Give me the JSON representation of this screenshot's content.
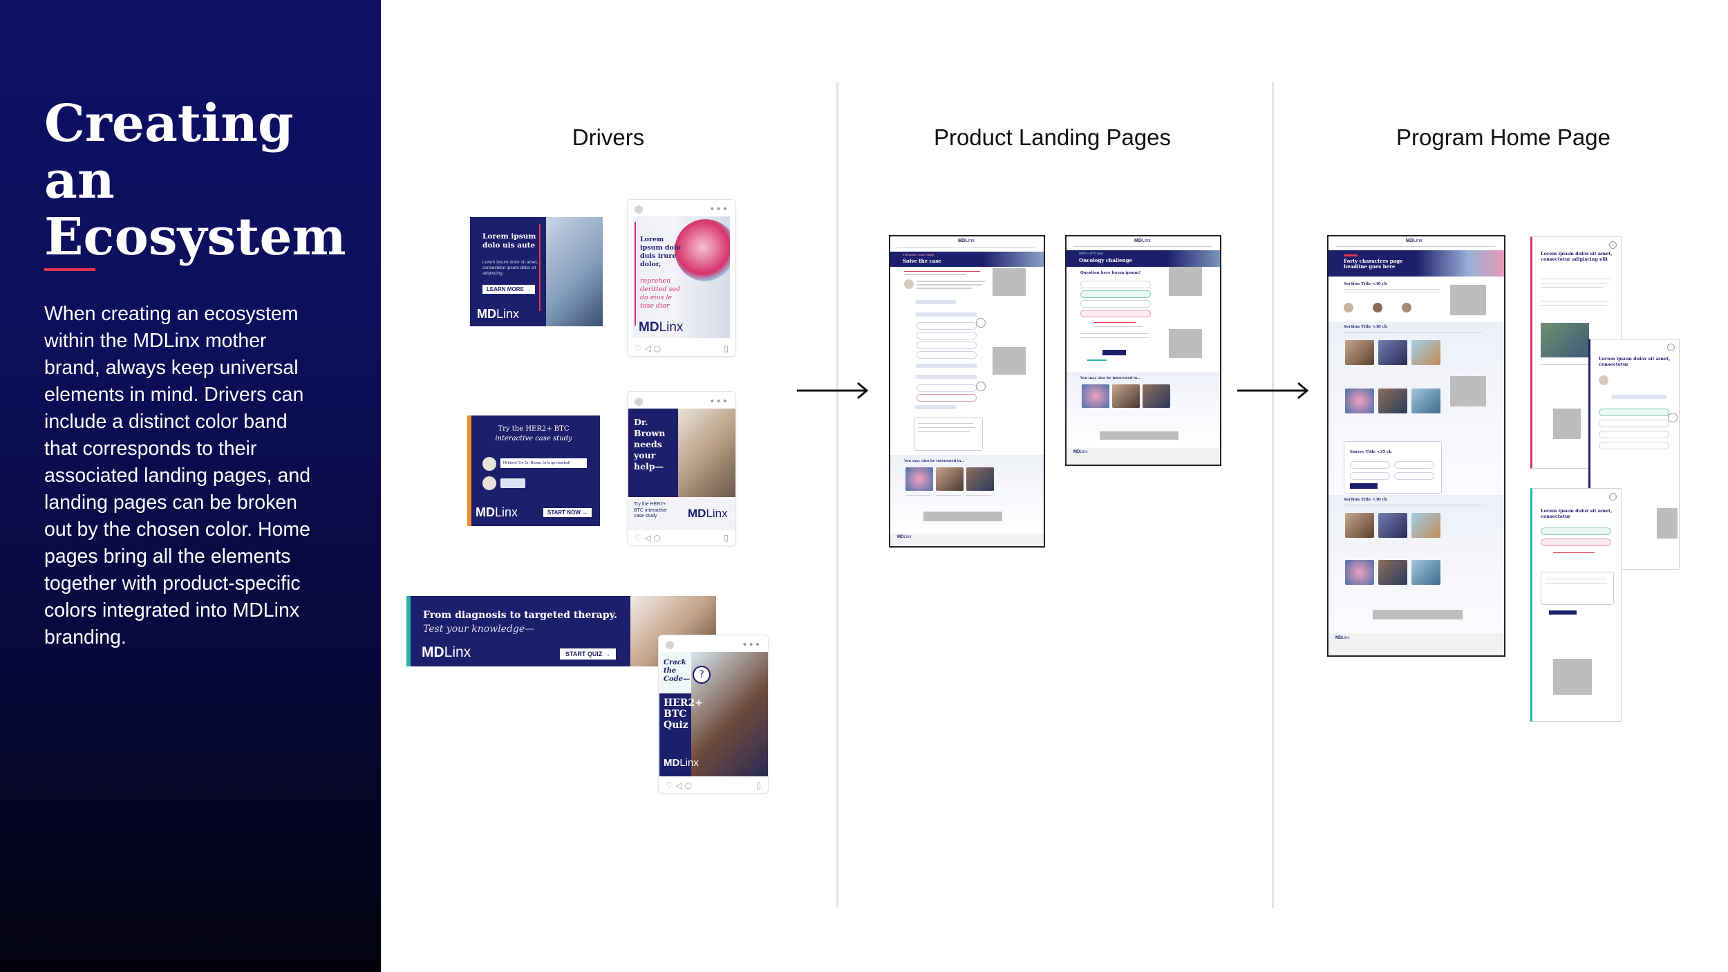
{
  "sidebar": {
    "title_line1": "Creating an",
    "title_line2": "Ecosystem",
    "description": "When creating an ecosystem within the MDLinx mother brand, always keep universal elements in mind. Drivers can include a distinct color band that corresponds to their associated landing pages, and landing pages can be broken out by the chosen color. Home pages bring all the elements together with product-specific colors integrated into MDLinx branding."
  },
  "columns": {
    "drivers": "Drivers",
    "landing": "Product Landing Pages",
    "home": "Program Home Page"
  },
  "brand": {
    "md": "MD",
    "linx": "Linx"
  },
  "colors": {
    "navy": "#1c1f6b",
    "accent_red": "#e0344f",
    "orange": "#f28a2b",
    "teal": "#2ab3a3",
    "pink": "#d6336c"
  },
  "drivers": {
    "ad1": {
      "heading": "Lorem ipsum dolo uis aute",
      "body": "Lorem ipsum dolor sit amet, consectetur ipsum dolor sit adipiscing.",
      "button": "LEARN MORE →"
    },
    "ad2": {
      "text_a": "Lorem ipsum dolo duis irure dolor,",
      "text_b": "reprehen deritted sed do eius le tose dior"
    },
    "ad3": {
      "line1": "Try the HER2+ BTC",
      "line2": "interactive case study",
      "chat": "Hi there! I'm Dr. Brown, let's get started!",
      "button": "START NOW →"
    },
    "ad4": {
      "heading": "Dr. Brown needs your help—",
      "sub": "Try the HER2+ BTC interactive case study"
    },
    "ad5": {
      "line1": "From diagnosis to targeted therapy.",
      "line2": "Test your knowledge—",
      "button": "START QUIZ →"
    },
    "ad6": {
      "line1": "Crack the Code—",
      "line2": "HER2+ BTC Quiz"
    }
  },
  "landing": {
    "page1": {
      "tag": "Interactive Case Study",
      "title": "Solve the case",
      "section": "You may also be interested in..."
    },
    "page2": {
      "tag": "HER2+ BTC Quiz",
      "title": "Oncology challenge",
      "question": "Question here lorem ipsum?",
      "section": "You may also be interested in..."
    }
  },
  "home": {
    "main": {
      "hero": "Forty characters page headline goes here",
      "section1": "Section Title <30 ch",
      "section2": "Section Title <30 ch",
      "section3": "Section Title <30 ch",
      "survey": "Survey Title <35 ch"
    },
    "panel1": {
      "title": "Lorem ipsum dolor sit amet, consectetur adipiscing elit"
    },
    "panel2": {
      "title": "Lorem ipsum dolor sit amet, consectetur"
    },
    "panel3": {
      "title": "Lorem ipsum dolor sit amet, consectetur"
    }
  }
}
